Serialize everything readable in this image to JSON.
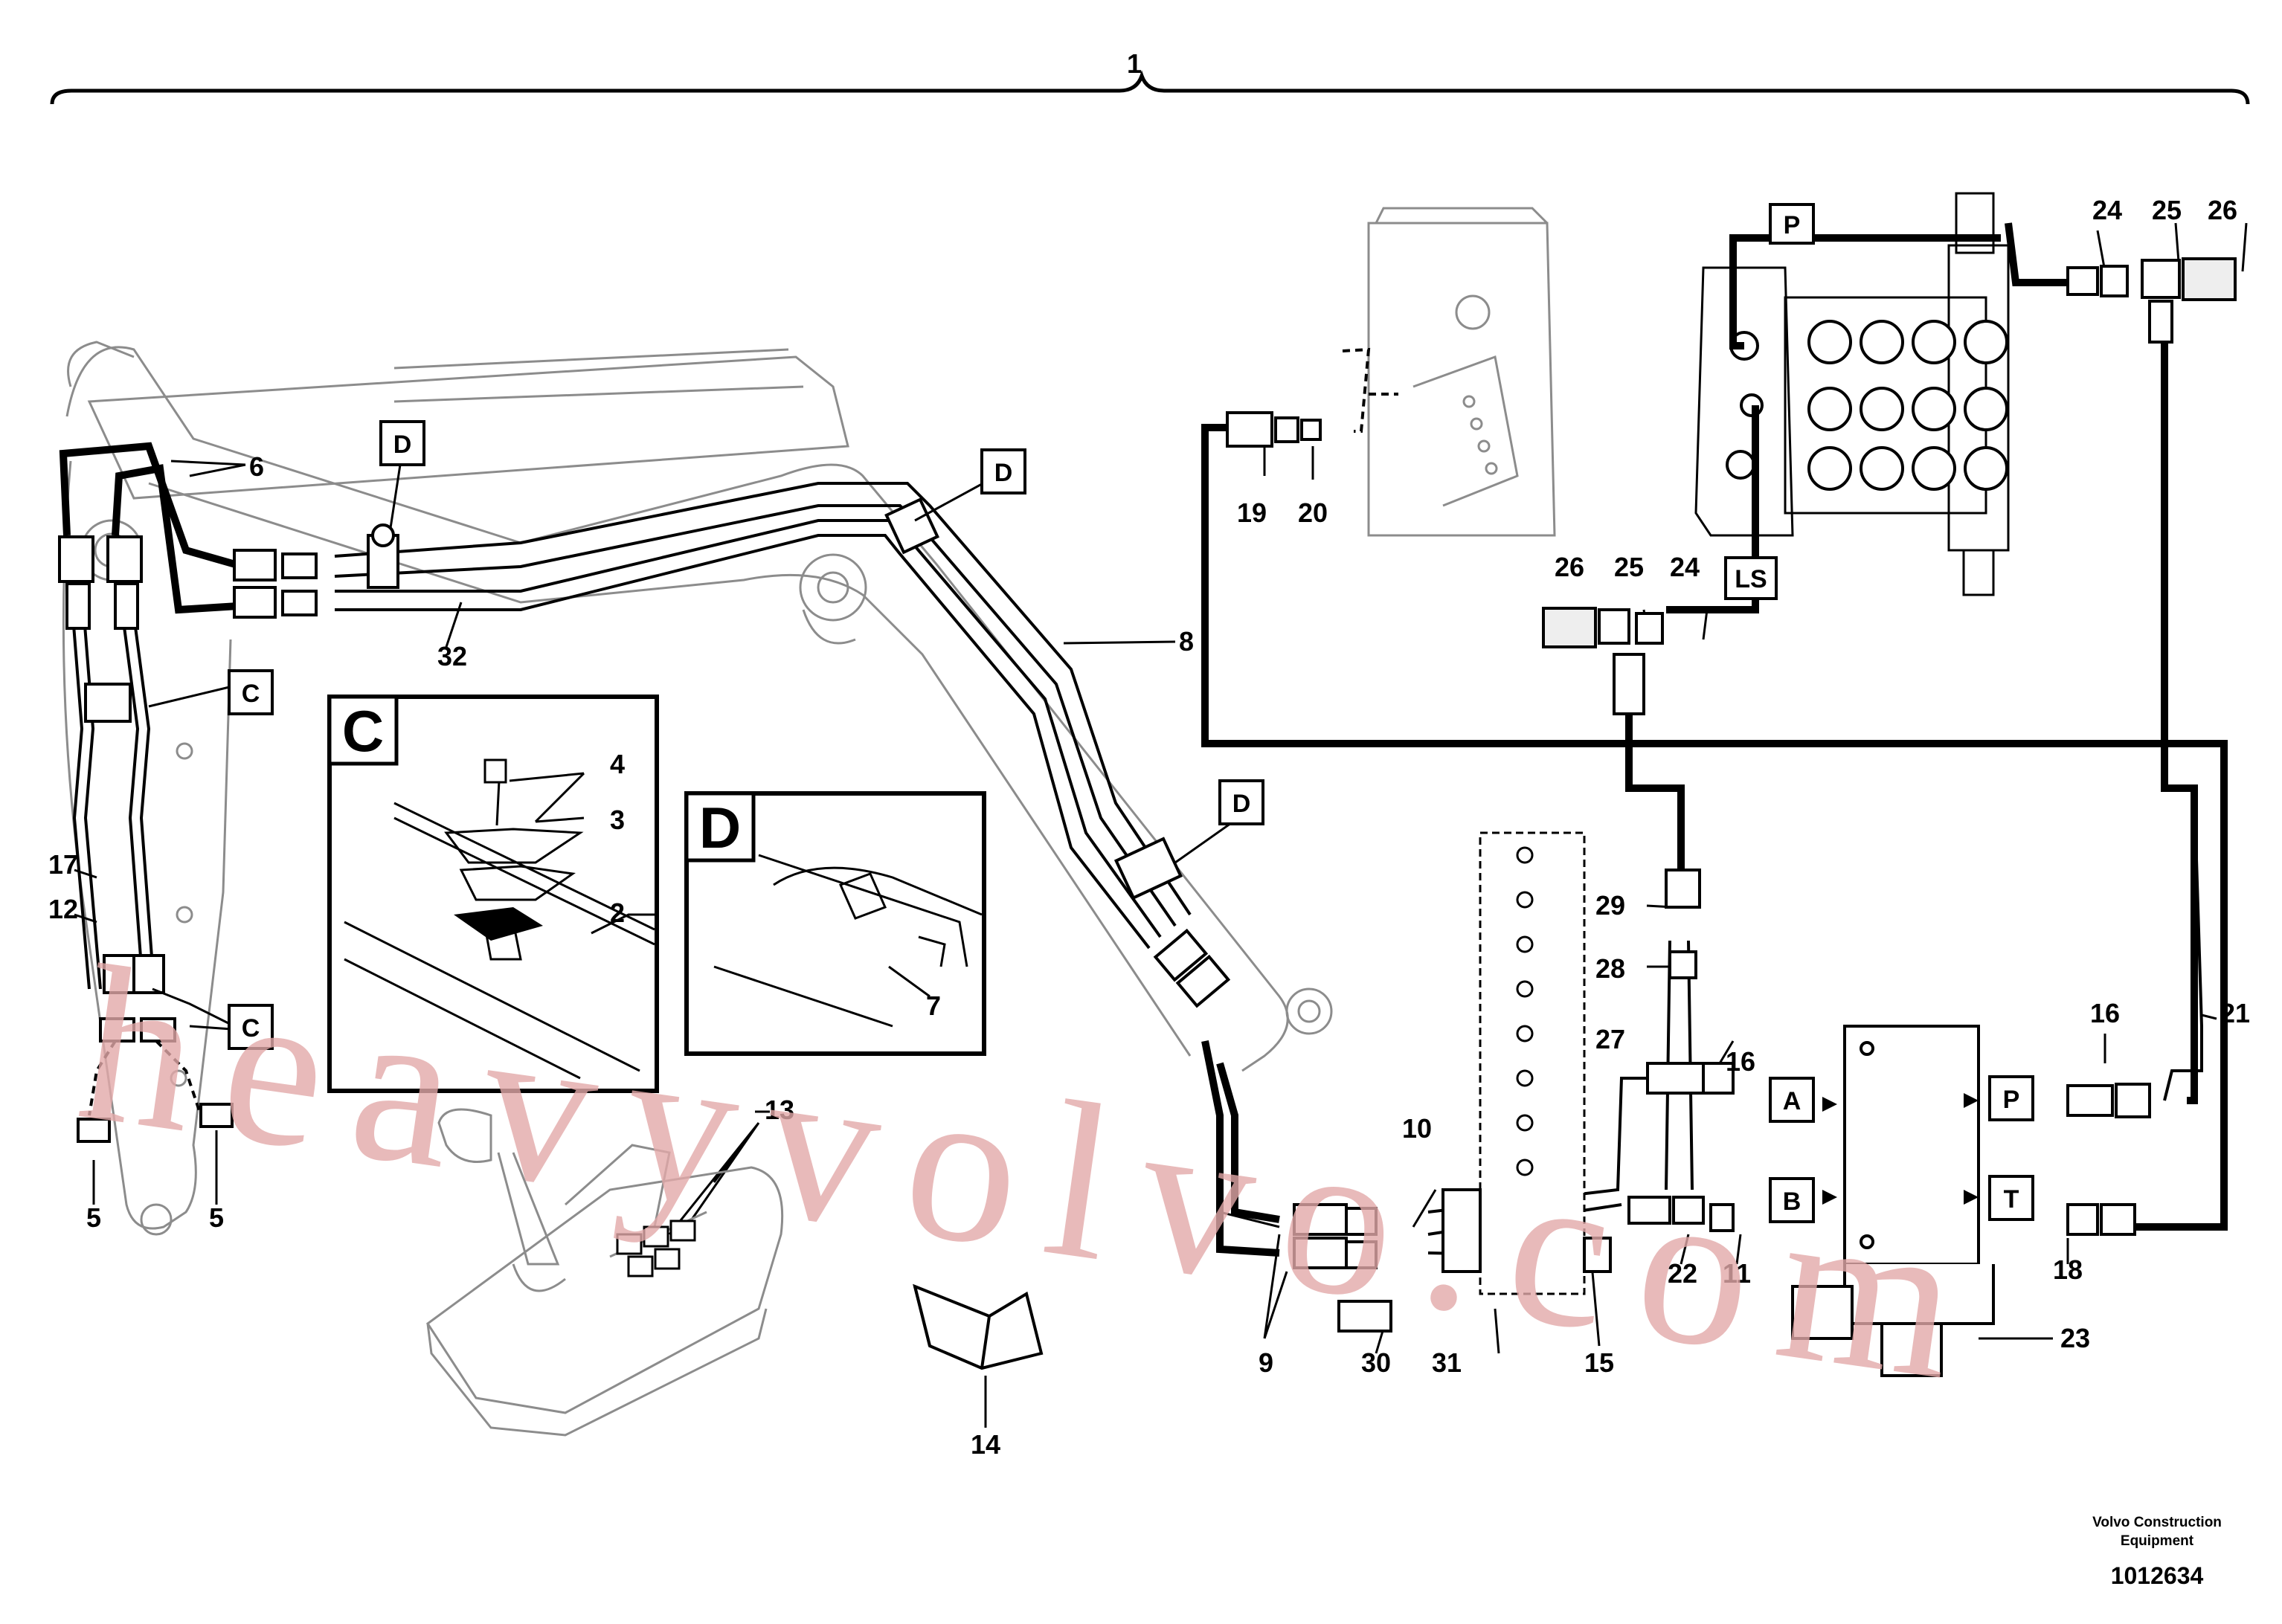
{
  "title_number": "1",
  "callouts": {
    "n2": "2",
    "n3": "3",
    "n4": "4",
    "n5a": "5",
    "n5b": "5",
    "n6": "6",
    "n7": "7",
    "n8": "8",
    "n9": "9",
    "n10": "10",
    "n11": "11",
    "n12": "12",
    "n13": "13",
    "n14": "14",
    "n15": "15",
    "n16a": "16",
    "n16b": "16",
    "n17": "17",
    "n18": "18",
    "n19": "19",
    "n20": "20",
    "n21": "21",
    "n22": "22",
    "n23": "23",
    "n24a": "24",
    "n24b": "24",
    "n25a": "25",
    "n25b": "25",
    "n26a": "26",
    "n26b": "26",
    "n27": "27",
    "n28": "28",
    "n29": "29",
    "n30": "30",
    "n31": "31",
    "n32": "32"
  },
  "box_labels": {
    "c1": "C",
    "c2": "C",
    "d1": "D",
    "d2": "D",
    "d3": "D",
    "p1": "P",
    "p2": "P",
    "ls": "LS",
    "a": "A",
    "b": "B",
    "t": "T"
  },
  "detail_views": {
    "c": "C",
    "d": "D"
  },
  "watermark": "heavyvolvo.com",
  "footer": {
    "company_line1": "Volvo Construction",
    "company_line2": "Equipment",
    "drawing_number": "1012634"
  }
}
